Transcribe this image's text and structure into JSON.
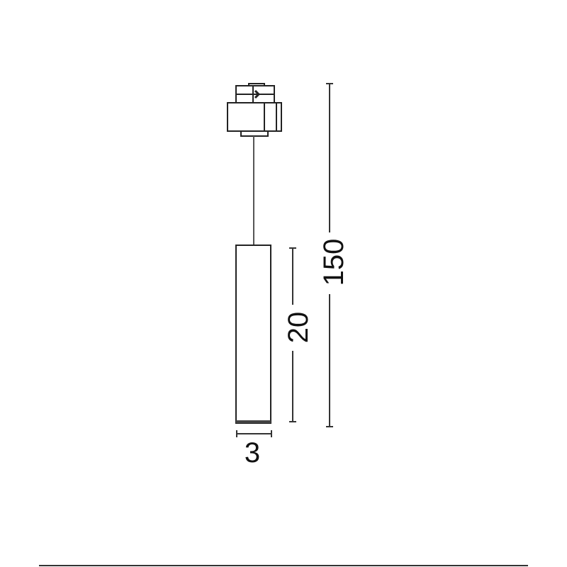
{
  "diagram": {
    "dimensions": {
      "diameter": "3",
      "body_height": "20",
      "total_height": "150"
    },
    "colors": {
      "line": "#222222",
      "background": "#ffffff"
    }
  }
}
